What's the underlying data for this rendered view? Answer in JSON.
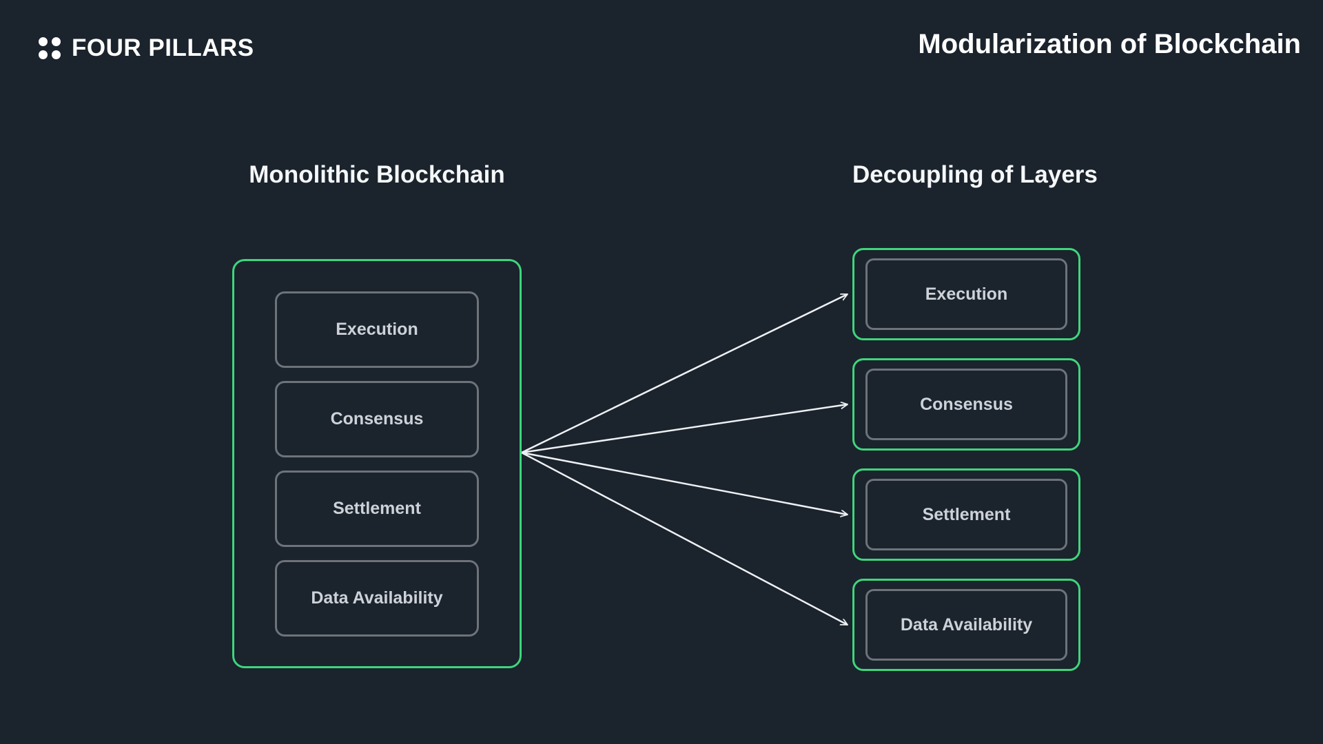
{
  "header": {
    "brand": "FOUR PILLARS",
    "title": "Modularization of Blockchain"
  },
  "left_panel": {
    "heading": "Monolithic Blockchain",
    "layers": [
      "Execution",
      "Consensus",
      "Settlement",
      "Data Availability"
    ]
  },
  "right_panel": {
    "heading": "Decoupling of Layers",
    "layers": [
      "Execution",
      "Consensus",
      "Settlement",
      "Data Availability"
    ]
  },
  "colors": {
    "background": "#1b232d",
    "accent_green": "#3ed67c",
    "border_gray": "#6e737a",
    "box_text": "#cdd2d8",
    "heading_text": "#f5f7f8",
    "arrow": "#eef1f3"
  }
}
